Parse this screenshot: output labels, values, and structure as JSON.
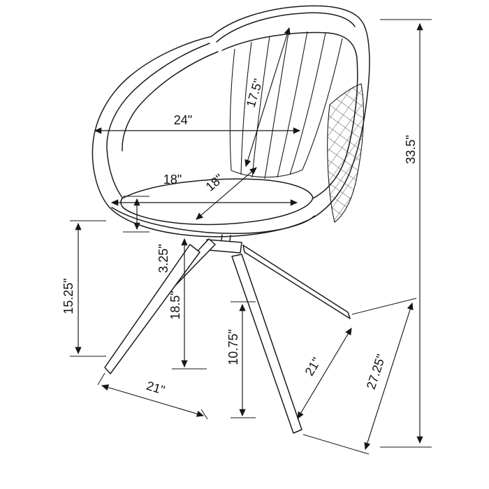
{
  "page": {
    "background": "#ffffff"
  },
  "diagram": {
    "subject": "Upholstered swivel dining armchair line drawing with dimension callouts",
    "units": "inches",
    "labels": {
      "overall_width": "24\"",
      "back_height": "17.5\"",
      "seat_width": "18\"",
      "seat_depth": "18\"",
      "overall_height": "33.5\"",
      "seat_thickness": "3.25\"",
      "arm_height": "15.25\"",
      "seat_height": "18.5\"",
      "base_height": "10.75\"",
      "base_width": "21\"",
      "base_side_depth": "21\"",
      "overall_depth": "27.25\""
    }
  }
}
